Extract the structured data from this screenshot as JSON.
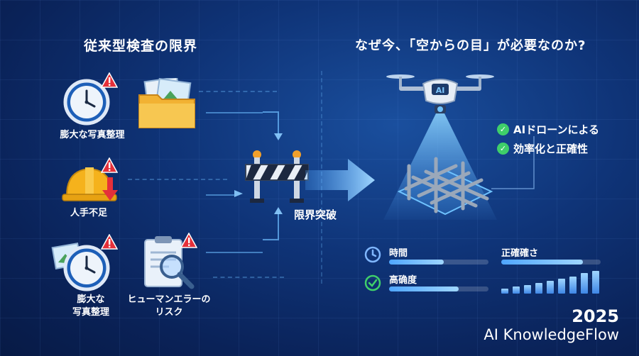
{
  "left": {
    "title": "従来型検査の限界",
    "items": [
      {
        "label": "膨大な写真整理"
      },
      {
        "label": "人手不足"
      },
      {
        "label_line1": "膨大な",
        "label_line2": "写真整理"
      },
      {
        "label_line1": "ヒューマンエラーの",
        "label_line2": "リスク"
      }
    ]
  },
  "center": {
    "barrier_label": "限界突破"
  },
  "right": {
    "title": "なぜ今、「空からの目」が必要なのか?",
    "drone_label": "AI",
    "benefits": [
      "AIドローンによる",
      "効率化と正確性"
    ],
    "metrics": [
      {
        "label": "時間",
        "value": 0.55
      },
      {
        "label": "正確確さ",
        "value": 0.82
      },
      {
        "label": "高确度",
        "value": 0.7
      }
    ],
    "bar_chart_levels": [
      0.2,
      0.28,
      0.36,
      0.44,
      0.52,
      0.62,
      0.72,
      0.84,
      0.95
    ]
  },
  "brand": {
    "year": "2025",
    "name": "AI KnowledgeFlow"
  },
  "colors": {
    "accent": "#4fa6ff",
    "warning": "#e5303a",
    "success": "#3fcf6a",
    "helmet": "#f5b21c",
    "folder": "#f2b233"
  }
}
